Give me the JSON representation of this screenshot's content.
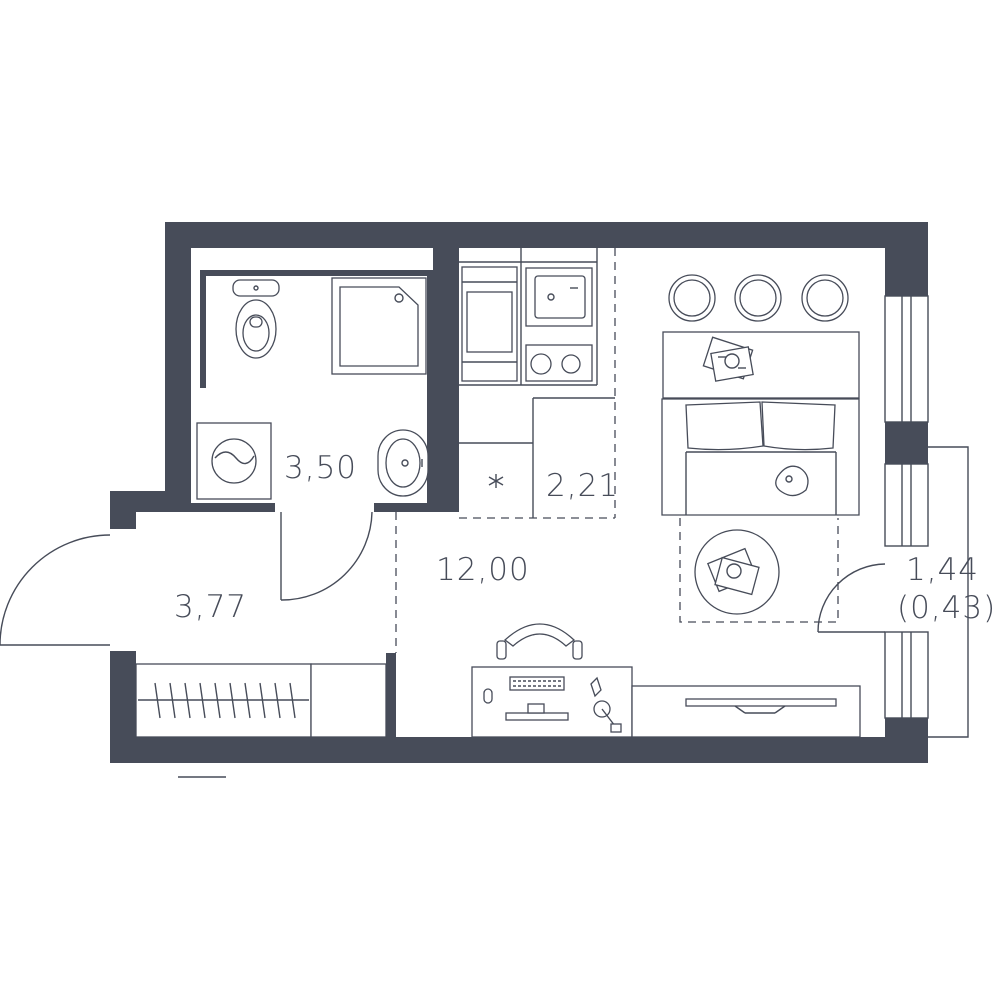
{
  "rooms": {
    "bathroom": {
      "area": "3,50"
    },
    "kitchen": {
      "area": "2,21"
    },
    "living": {
      "area": "12,00"
    },
    "hallway": {
      "area": "3,77"
    },
    "balcony": {
      "area": "1,44",
      "reduced_area": "(0,43)"
    }
  },
  "colors": {
    "wall": "#474c59",
    "background": "#ffffff"
  }
}
